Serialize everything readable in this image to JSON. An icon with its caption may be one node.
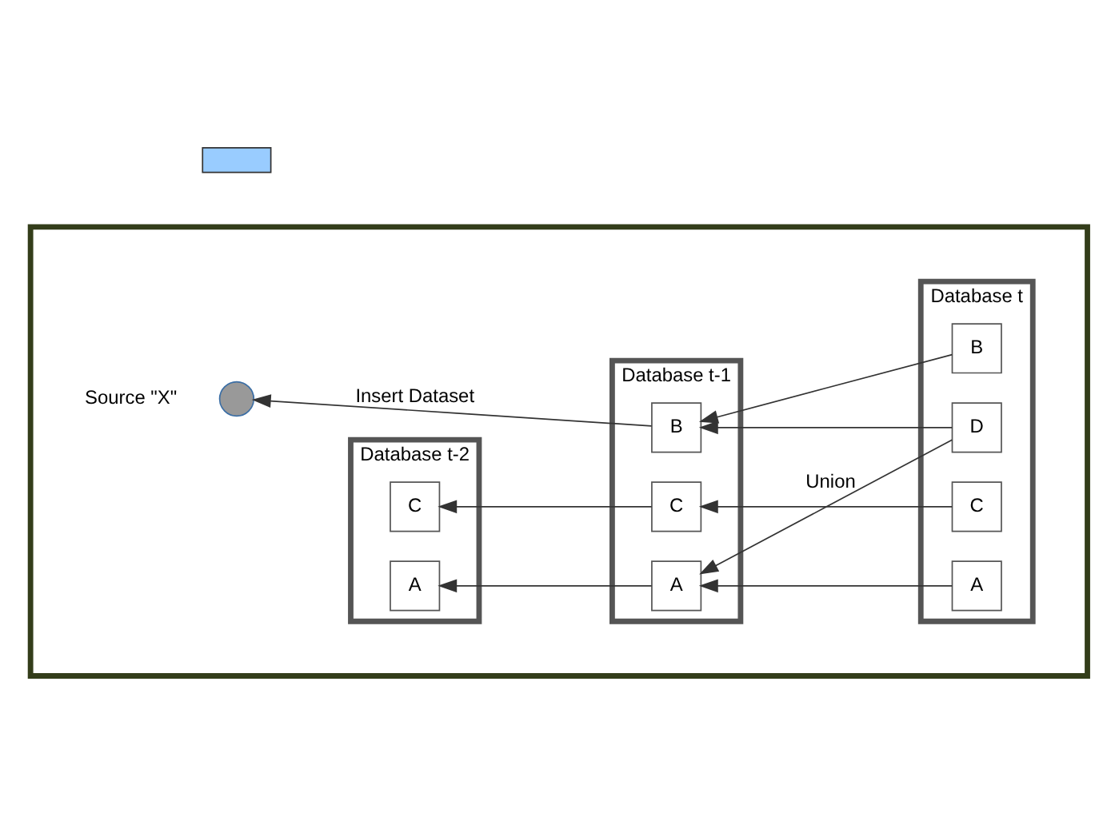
{
  "diagram": {
    "nodes": [
      {
        "text": [],
        "shape": "box"
      },
      {
        "text": [
          "Database t-2"
        ],
        "in": 0
      },
      {
        "text": [
          "A"
        ],
        "in": 1
      },
      {
        "text": [
          "C"
        ],
        "in": 1
      },
      {
        "text": [
          "Database t-1"
        ],
        "in": 0
      },
      {
        "text": [
          "A"
        ],
        "in": 4
      },
      {
        "text": [
          "B"
        ],
        "in": 4
      },
      {
        "text": [
          "C"
        ],
        "in": 4
      },
      {
        "text": [
          "Database t"
        ],
        "in": 0
      },
      {
        "text": [
          "A"
        ],
        "in": 8
      },
      {
        "text": [
          "D"
        ],
        "in": 8
      },
      {
        "text": [
          "B"
        ],
        "in": 8
      },
      {
        "text": [
          "C"
        ],
        "in": 8
      },
      {
        "text": [],
        "shape": "circle",
        "beside": [
          "Source \"X\""
        ],
        "in": 0
      },
      {
        "text": [],
        "shape": "bar"
      }
    ],
    "edges": [
      {
        "from": 5,
        "to": 2,
        "arrow": "to"
      },
      {
        "from": 9,
        "to": 5,
        "arrow": "to"
      },
      {
        "from": 10,
        "to": 5,
        "arrow": "to",
        "label": "Union"
      },
      {
        "from": 10,
        "to": 6,
        "arrow": "to"
      },
      {
        "from": 11,
        "to": 6,
        "arrow": "to"
      },
      {
        "from": 7,
        "to": 3,
        "arrow": "to"
      },
      {
        "from": 12,
        "to": 7,
        "arrow": "to"
      },
      {
        "from": 6,
        "to": 13,
        "arrow": "to",
        "label": "Insert Dataset"
      }
    ]
  }
}
